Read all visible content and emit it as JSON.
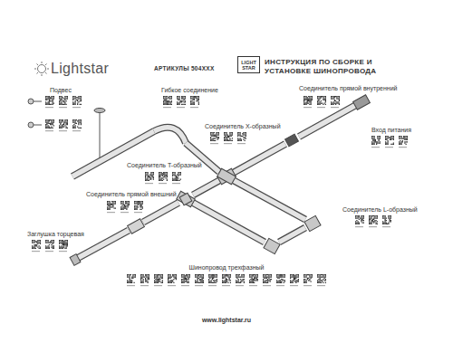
{
  "diagram": {
    "title": "ИНСТРУКЦИЯ ПО СБОРКЕ И УСТАНОВКЕ ШИНОПРОВОДА",
    "nodes": [
      {
        "text": [
          "LIGHT STAR"
        ]
      }
    ],
    "labels": [
      "Lightstar",
      "АРТИКУЛЫ 504XXX",
      "Подвес",
      "Гибкое соединение",
      "Соединитель прямой внутренний",
      "Соединитель X-образный",
      "Вход питания",
      "Соединитель T-образный",
      "Соединитель прямой внешний",
      "Заглушка торцевая",
      "Соединитель L-образный",
      "Шинопровод трехфазный",
      "www.lightstar.ru"
    ]
  }
}
